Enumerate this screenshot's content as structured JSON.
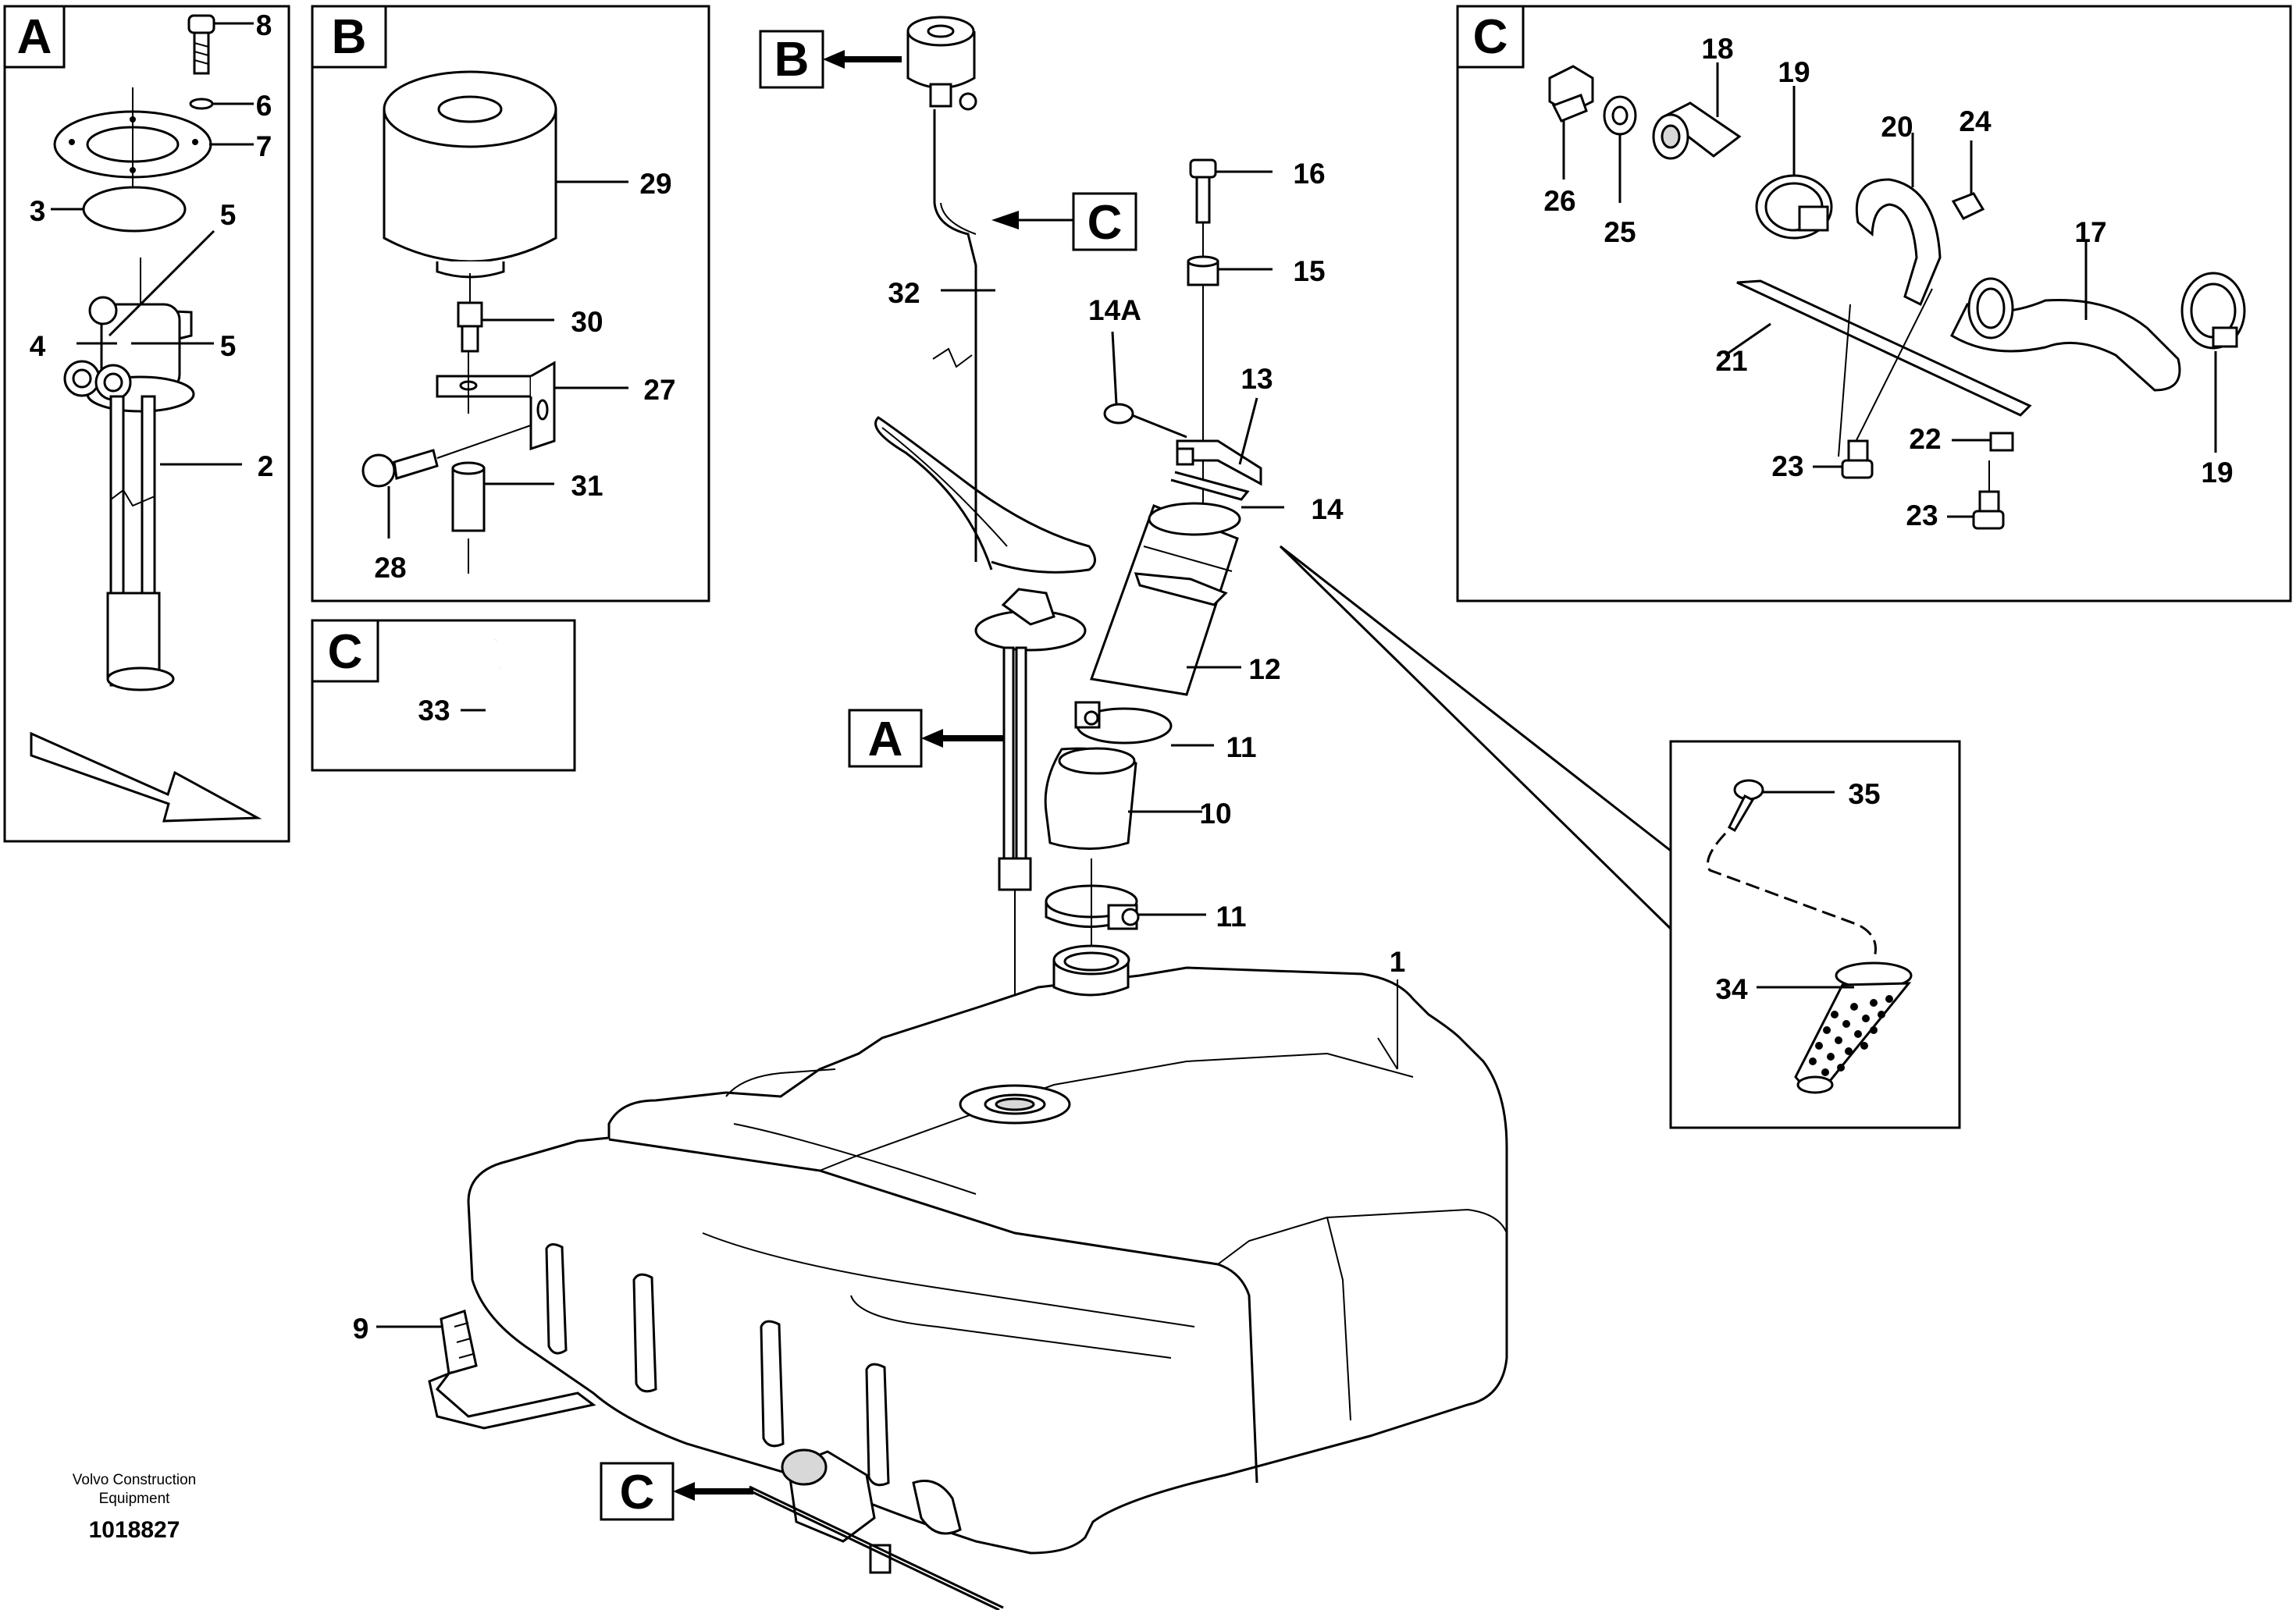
{
  "panels": {
    "A": {
      "letter": "A",
      "labels": [
        "8",
        "6",
        "7",
        "3",
        "5",
        "4",
        "5",
        "2"
      ]
    },
    "B": {
      "letter": "B",
      "labels": [
        "29",
        "30",
        "27",
        "28",
        "31"
      ]
    },
    "C_strap": {
      "letter": "C",
      "labels": [
        "33"
      ]
    },
    "C_filler": {
      "letter": "C",
      "labels": [
        "18",
        "19",
        "20",
        "24",
        "26",
        "25",
        "17",
        "21",
        "22",
        "23",
        "23",
        "19"
      ]
    },
    "strainer": {
      "labels": [
        "35",
        "34"
      ]
    }
  },
  "main": {
    "callouts": {
      "B": "B",
      "C_top": "C",
      "A": "A",
      "C_bottom": "C"
    },
    "labels": {
      "p16": "16",
      "p15": "15",
      "p14A": "14A",
      "p13": "13",
      "p32": "32",
      "p14": "14",
      "p12": "12",
      "p11a": "11",
      "p10": "10",
      "p11b": "11",
      "p1": "1",
      "p9": "9"
    }
  },
  "credit": {
    "line1": "Volvo Construction",
    "line2": "Equipment",
    "number": "1018827"
  }
}
